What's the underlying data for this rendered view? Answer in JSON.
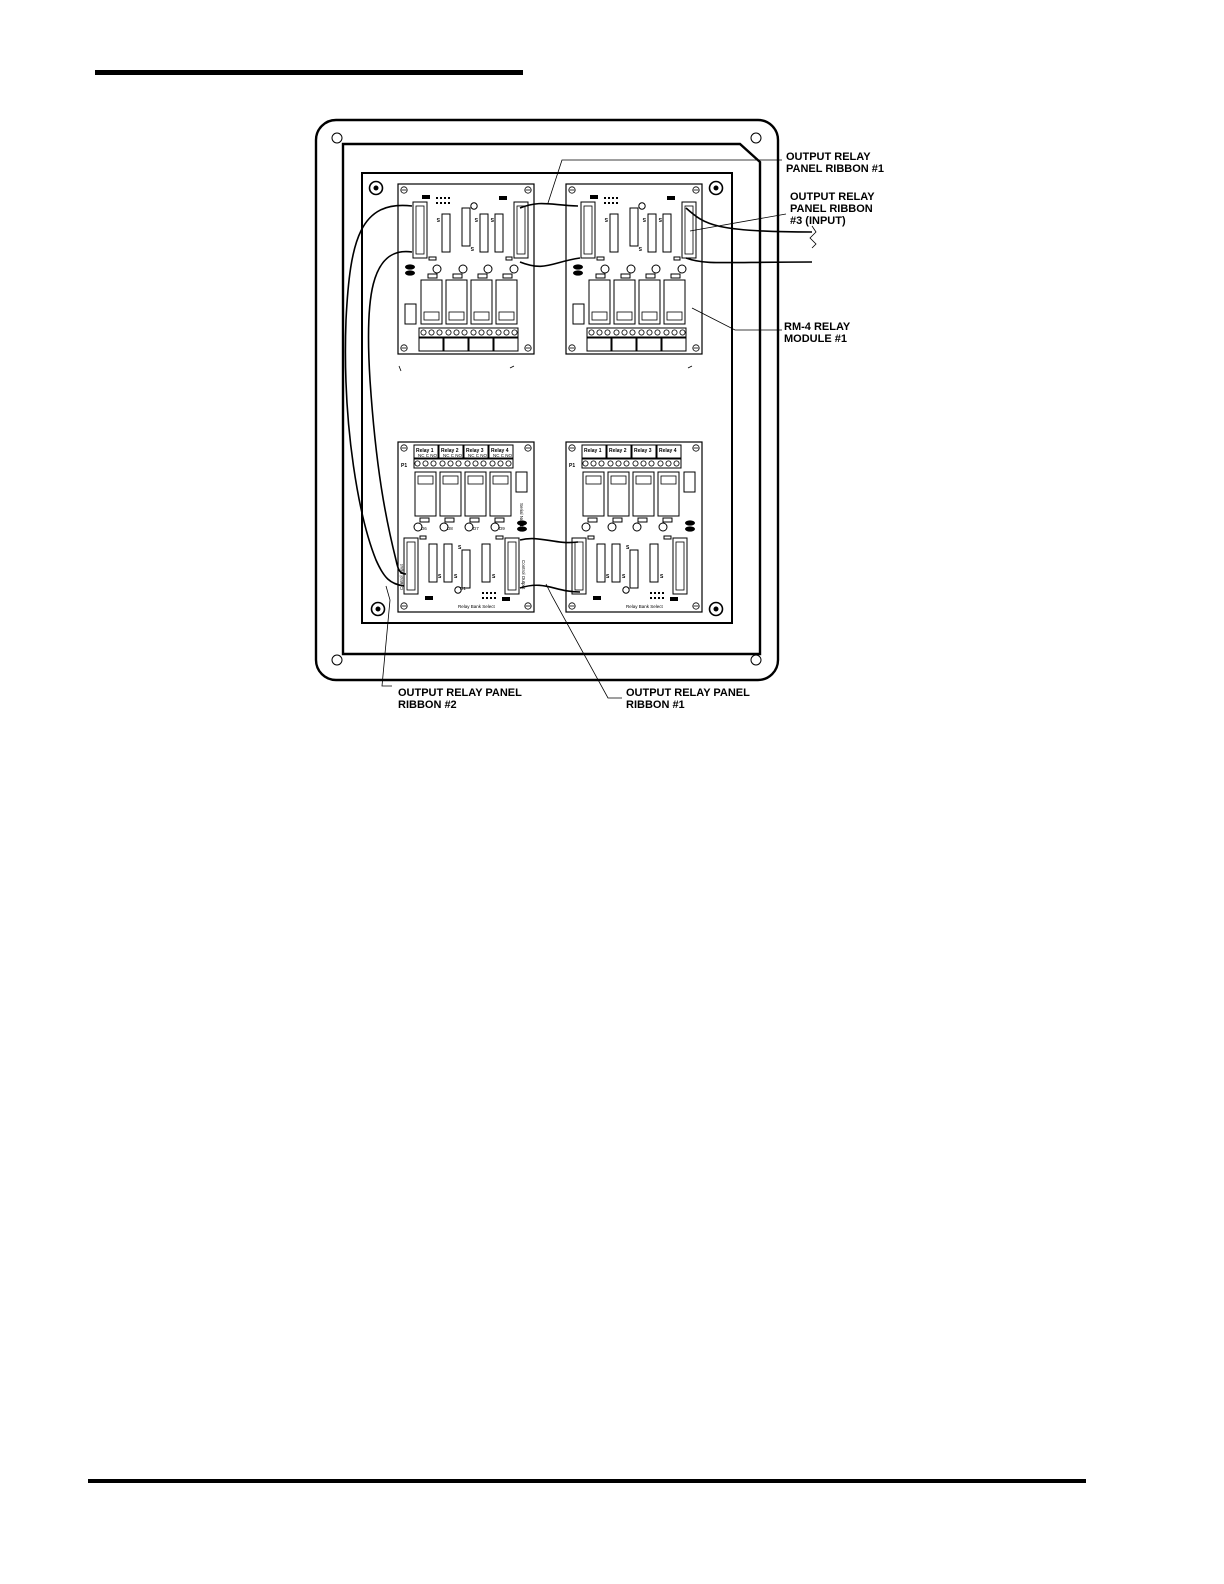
{
  "callouts": {
    "ribbon1_top": [
      "OUTPUT RELAY",
      "PANEL RIBBON #1"
    ],
    "ribbon3_input": [
      "OUTPUT RELAY",
      "PANEL RIBBON",
      "#3 (INPUT)"
    ],
    "rm4_module": [
      "RM-4 RELAY",
      "MODULE #1"
    ],
    "ribbon2_bottom": [
      "OUTPUT RELAY PANEL",
      "RIBBON #2"
    ],
    "ribbon1_bottom": [
      "OUTPUT RELAY PANEL",
      "RIBBON #1"
    ]
  },
  "board_labels": {
    "relay_headers": [
      "Relay 1",
      "Relay 2",
      "Relay 3",
      "Relay 4"
    ],
    "contact_labels": "NC C NO",
    "control_input": "Control Input",
    "control_output": "Control Output",
    "serial_number": "Serial Number",
    "connector_p1": "P1",
    "relay_bank_select": "Relay Bank Select",
    "led_labels": [
      "D6",
      "D8",
      "D7",
      "D9"
    ],
    "diode_d1": "D1"
  }
}
